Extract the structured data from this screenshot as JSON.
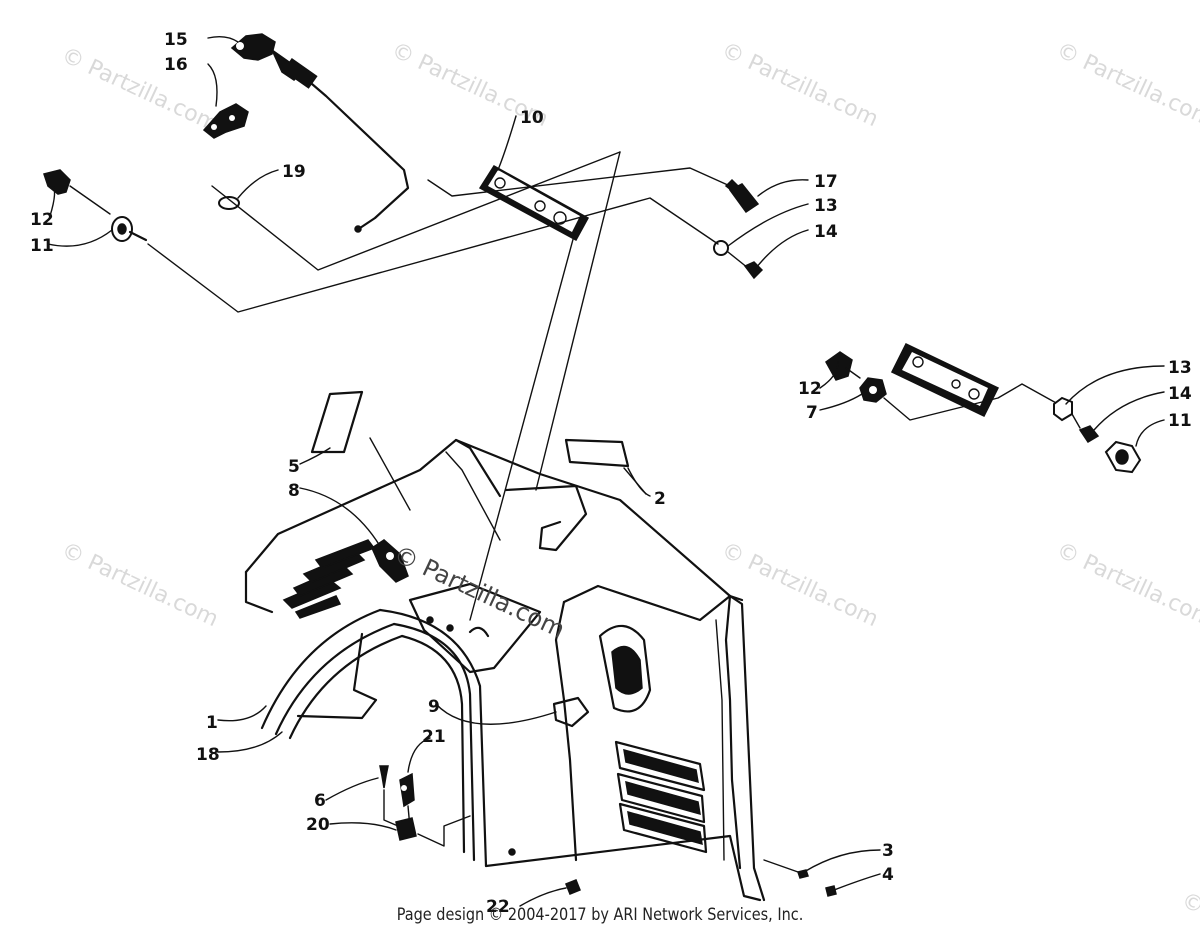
{
  "watermarks": [
    "© Partzilla.com",
    "© Partzilla.com",
    "© Partzilla.com",
    "© Partzilla.com",
    "© Partzilla.com",
    "© Partzilla.com",
    "© Partzilla.com",
    "© Partzilla.com"
  ],
  "center_watermark": "© Partzilla.com",
  "callouts": {
    "c15": "15",
    "c16": "16",
    "c10": "10",
    "c19": "19",
    "c12a": "12",
    "c11a": "11",
    "c17": "17",
    "c13a": "13",
    "c14a": "14",
    "c12b": "12",
    "c7": "7",
    "c13b": "13",
    "c14b": "14",
    "c11b": "11",
    "c5": "5",
    "c8": "8",
    "c2": "2",
    "c9": "9",
    "c1": "1",
    "c18": "18",
    "c21": "21",
    "c6": "6",
    "c20": "20",
    "c3": "3",
    "c4": "4",
    "c22": "22"
  },
  "footer": "Page design © 2004-2017 by ARI Network Services, Inc."
}
